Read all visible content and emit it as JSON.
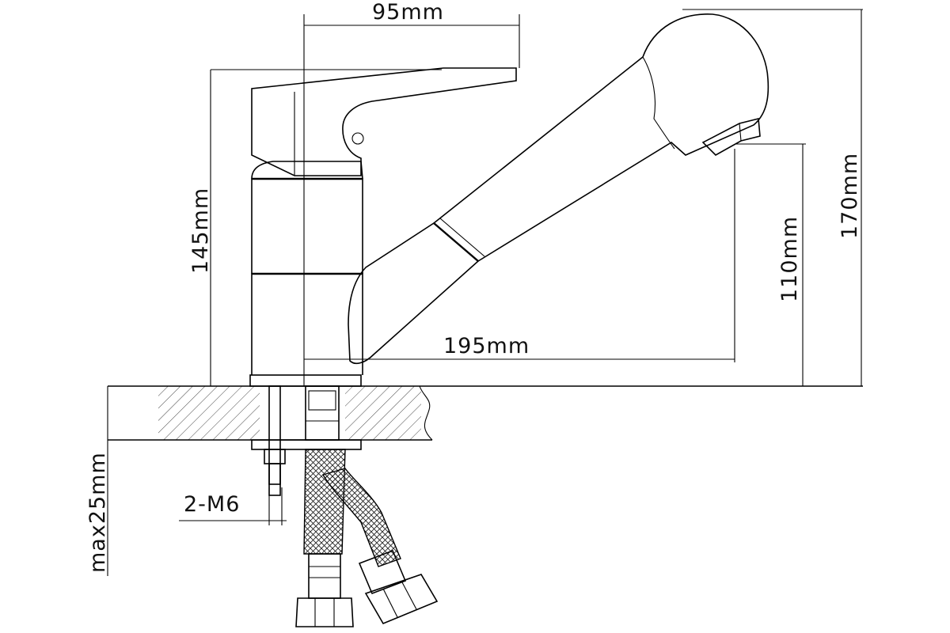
{
  "drawing": {
    "subject": "",
    "dimensions": {
      "lever_reach": "95mm",
      "body_height": "145mm",
      "total_height": "170mm",
      "outlet_height": "110mm",
      "spout_reach": "195mm",
      "counter_thickness": "max25mm",
      "mounting_studs": "2-M6"
    }
  }
}
